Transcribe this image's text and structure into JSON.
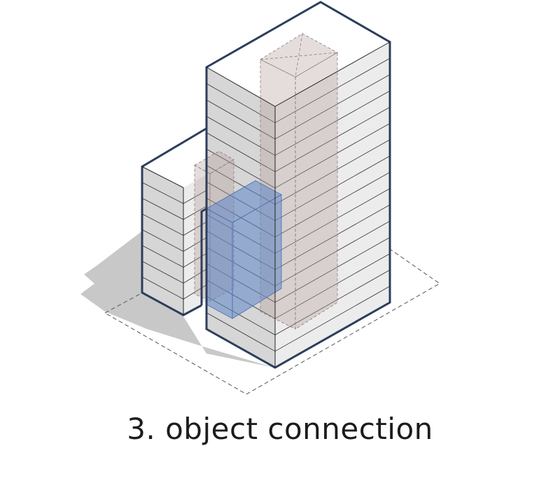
{
  "caption": "3. object connection",
  "colors": {
    "outline": "#2d3e5c",
    "facade_left": "#d6d6d6",
    "facade_right": "#ececec",
    "roof": "#ffffff",
    "shadow": "#c8c8c8",
    "ghost_core": "#b59d97",
    "connector": "#5f86c9",
    "site_dash": "#555555"
  },
  "tower": {
    "floors": 16
  },
  "annex": {
    "floors": 8
  }
}
